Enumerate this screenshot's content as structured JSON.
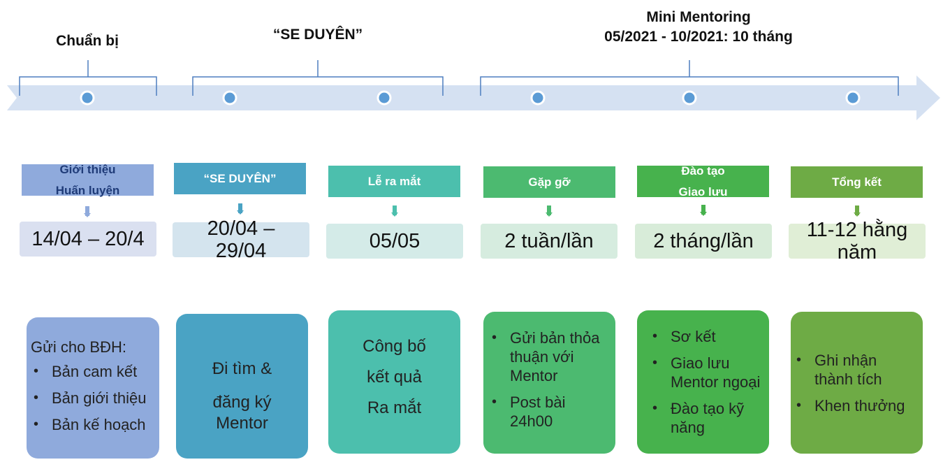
{
  "phases": [
    {
      "title": "Chuẩn bị"
    },
    {
      "title": "“SE DUYÊN”"
    },
    {
      "title_line1": "Mini Mentoring",
      "title_line2": "05/2021  - 10/2021: 10 tháng"
    }
  ],
  "colors": {
    "timeline": "#d5e1f2",
    "dot": "#5b9bd5",
    "brace": "#4f7fbf"
  },
  "stages": [
    {
      "label_lines": [
        "Giới thiệu",
        "Huấn luyện"
      ],
      "label_color": "#8faadc",
      "label_text_dark": false,
      "date": "14/04 – 20/4",
      "date_bg": "#dae0f0",
      "card_bg": "#8faadc",
      "card_lead": "Gửi cho BĐH:",
      "card_items": [
        "Bản cam kết",
        "Bản giới thiệu",
        "Bản kế hoạch"
      ]
    },
    {
      "label_lines": [
        "“SE DUYÊN”"
      ],
      "label_color": "#4aa3c4",
      "label_text_dark": true,
      "date": "20/04 – 29/04",
      "date_bg": "#d4e4ee",
      "card_bg": "#4aa3c4",
      "card_center": [
        "Đi tìm &",
        "đăng ký",
        "Mentor"
      ]
    },
    {
      "label_lines": [
        "Lễ ra mắt"
      ],
      "label_color": "#4cbfad",
      "label_text_dark": true,
      "date": "05/05",
      "date_bg": "#d4ebe8",
      "card_bg": "#4cbfad",
      "card_center": [
        "Công bố",
        "kết quả",
        "Ra mắt"
      ]
    },
    {
      "label_lines": [
        "Gặp gỡ"
      ],
      "label_color": "#4cba70",
      "label_text_dark": true,
      "date": "2 tuần/lần",
      "date_bg": "#d6ecdf",
      "card_bg": "#4cba70",
      "card_items": [
        "Gửi bản thỏa thuận với Mentor",
        "Post bài 24h00"
      ]
    },
    {
      "label_lines": [
        "Đào tạo",
        "Giao lưu"
      ],
      "label_color": "#47b24d",
      "label_text_dark": true,
      "date": "2 tháng/lần",
      "date_bg": "#d8ecd9",
      "card_bg": "#47b24d",
      "card_items": [
        "Sơ kết",
        "Giao lưu Mentor ngoại",
        "Đào tạo kỹ năng"
      ]
    },
    {
      "label_lines": [
        "Tổng kết"
      ],
      "label_color": "#6eab45",
      "label_text_dark": true,
      "date": "11-12 hằng năm",
      "date_bg": "#e0eed6",
      "card_bg": "#6eab45",
      "card_items": [
        "Ghi nhận thành tích",
        "Khen thưởng"
      ]
    }
  ]
}
